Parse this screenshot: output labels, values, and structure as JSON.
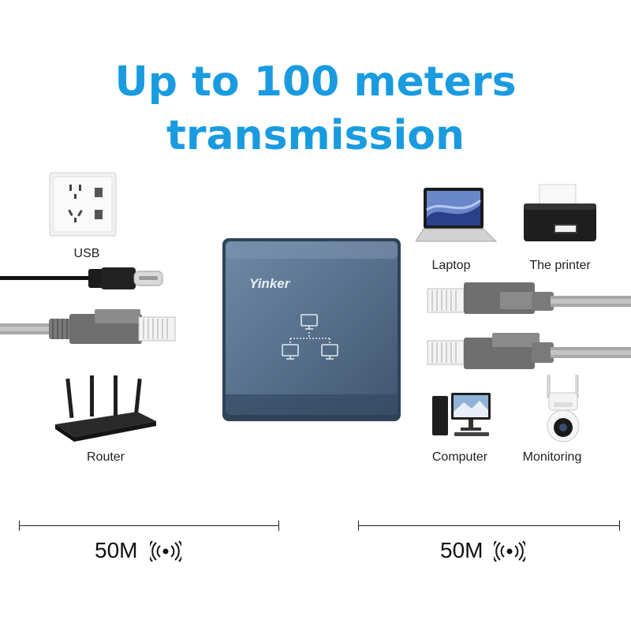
{
  "headline": {
    "line1": "Up to 100 meters",
    "line2": "transmission"
  },
  "device": {
    "brand": "Yinker"
  },
  "left": {
    "usb_label": "USB",
    "router_label": "Router"
  },
  "right": {
    "laptop_label": "Laptop",
    "printer_label": "The printer",
    "computer_label": "Computer",
    "monitoring_label": "Monitoring"
  },
  "distances": {
    "left": "50M",
    "right": "50M"
  },
  "colors": {
    "accent": "#1a9be0",
    "device": "#4f6b86",
    "cable": "#9a9a9a"
  },
  "icons": [
    "wall-socket-icon",
    "usb-c-cable-icon",
    "ethernet-plug-icon",
    "router-icon",
    "laptop-icon",
    "printer-icon",
    "desktop-computer-icon",
    "security-camera-icon",
    "network-topology-icon",
    "signal-waves-icon"
  ]
}
